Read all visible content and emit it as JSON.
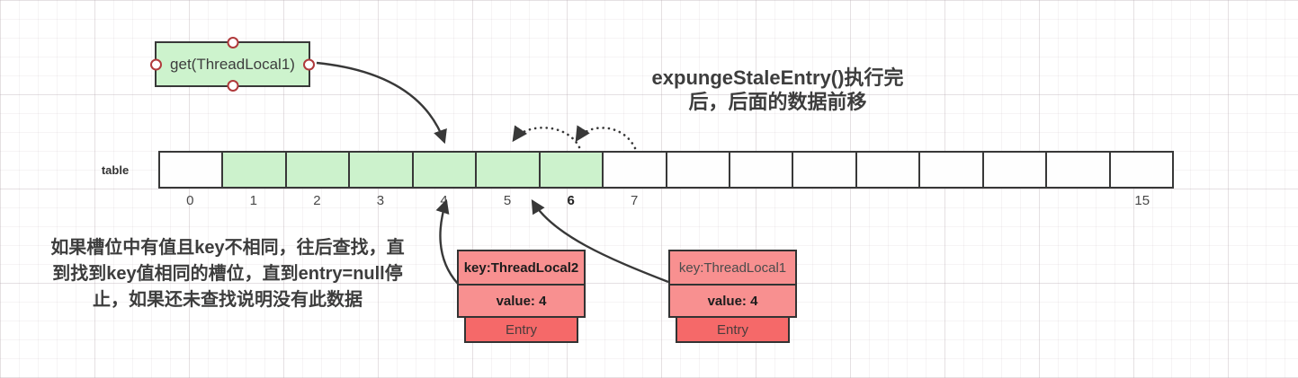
{
  "get_box": {
    "label": "get(ThreadLocal1)"
  },
  "title": {
    "line1": "expungeStaleEntry()执行完",
    "line2": "后，后面的数据前移"
  },
  "note": {
    "line1": "如果槽位中有值且key不相同，往后查找，直",
    "line2": "到找到key值相同的槽位，直到entry=null停",
    "line3": "止，如果还未查找说明没有此数据"
  },
  "table": {
    "label": "table",
    "cells": [
      {
        "index": 0,
        "label": "0",
        "filled": false,
        "bold_label": false
      },
      {
        "index": 1,
        "label": "1",
        "filled": true,
        "bold_label": false
      },
      {
        "index": 2,
        "label": "2",
        "filled": true,
        "bold_label": false
      },
      {
        "index": 3,
        "label": "3",
        "filled": true,
        "bold_label": false
      },
      {
        "index": 4,
        "label": "4",
        "filled": true,
        "bold_label": false
      },
      {
        "index": 5,
        "label": "5",
        "filled": true,
        "bold_label": false
      },
      {
        "index": 6,
        "label": "6",
        "filled": true,
        "bold_label": true
      },
      {
        "index": 7,
        "label": "7",
        "filled": false,
        "bold_label": false
      },
      {
        "index": 8,
        "label": "",
        "filled": false,
        "bold_label": false
      },
      {
        "index": 9,
        "label": "",
        "filled": false,
        "bold_label": false
      },
      {
        "index": 10,
        "label": "",
        "filled": false,
        "bold_label": false
      },
      {
        "index": 11,
        "label": "",
        "filled": false,
        "bold_label": false
      },
      {
        "index": 12,
        "label": "",
        "filled": false,
        "bold_label": false
      },
      {
        "index": 13,
        "label": "",
        "filled": false,
        "bold_label": false
      },
      {
        "index": 14,
        "label": "",
        "filled": false,
        "bold_label": false
      },
      {
        "index": 15,
        "label": "15",
        "filled": false,
        "bold_label": false
      }
    ]
  },
  "entries": [
    {
      "key": "key:ThreadLocal2",
      "value": "value: 4",
      "footer": "Entry",
      "key_style": "bold"
    },
    {
      "key": "key:ThreadLocal1",
      "value": "value: 4",
      "footer": "Entry",
      "key_style": "regular"
    }
  ],
  "arrows": {
    "get_to_cell4": "arrow from get(ThreadLocal1) to slot 4",
    "entry1_to_cell4": "arrow from key:ThreadLocal2 entry to slot 4",
    "entry2_to_cell6": "arrow from key:ThreadLocal1 entry to slot 6",
    "shift_6_to_5": "dotted shift arc slot 6 to slot 5",
    "shift_7_to_6": "dotted shift arc slot 7 to slot 6"
  },
  "colors": {
    "cell_green": "#ccf2cc",
    "get_green": "#cdf3cd",
    "entry_light": "#f89090",
    "entry_dark": "#f56969",
    "stroke": "#383838",
    "handle_border": "#b03a3c",
    "text_dark": "#3d3d3d"
  }
}
